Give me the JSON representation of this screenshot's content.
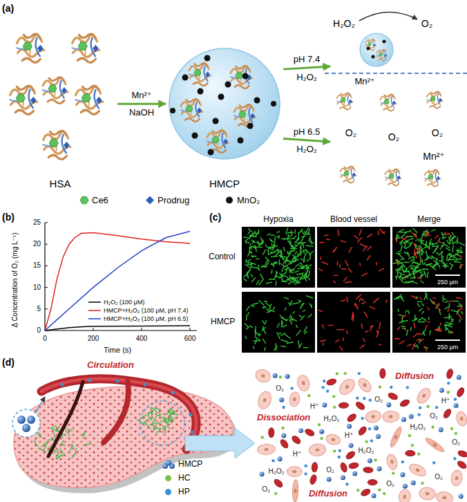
{
  "diagram": {
    "nodes": [
      {
        "text": [
          "HSA"
        ]
      },
      {
        "text": [
          "HMCP"
        ]
      },
      {
        "text": [
          "H₂O₂",
          "O₂"
        ]
      },
      {
        "text": [
          "O₂",
          "O₂",
          "O₂",
          "Mn²⁺"
        ]
      }
    ],
    "edges": [
      {
        "from": 0,
        "to": 1,
        "arrow": "to",
        "label": "Mn²⁺"
      },
      {
        "from": 1,
        "to": 2,
        "arrow": "to",
        "label": "pH 7.4"
      },
      {
        "from": 1,
        "to": 3,
        "arrow": "to",
        "label": "pH 6.5"
      }
    ],
    "labels": [
      "(a)",
      "NaOH",
      "H₂O₂",
      "H₂O₂",
      "Mn²⁺",
      "(b)",
      "Δ Concentration of O₂ (mg L⁻¹)",
      "Time (s)",
      "0",
      "200",
      "400",
      "600",
      "0",
      "5",
      "10",
      "15",
      "20",
      "25",
      "(c)",
      "Hypoxia",
      "Blood vessel",
      "Merge",
      "Control",
      "HMCP",
      "250 μm",
      "250 μm",
      "(d)",
      "Circulation",
      "Dissociation",
      "Diffusion",
      "Diffusion",
      "H₂O₂",
      "H₂O₂",
      "H₂O₂",
      "H₂O₂",
      "H⁺",
      "H⁺",
      "H⁺",
      "H⁺",
      "O₂",
      "O₂",
      "O₂",
      "O₂",
      "O₂",
      "O₂",
      "O₂",
      "O₂"
    ],
    "legend": [
      {
        "text": "Ce6"
      },
      {
        "text": "Prodrug"
      },
      {
        "text": "MnO₂"
      },
      {
        "text": "H₂O₂ (100 μM)"
      },
      {
        "text": "HMCP+H₂O₂ (100 μM, pH 7.4)"
      },
      {
        "text": "HMCP+H₂O₂ (100 μM, pH 6.5)"
      },
      {
        "text": "HMCP"
      },
      {
        "text": "HC",
        "color": "#7ac143"
      },
      {
        "text": "HP",
        "color": "#3d8fd4"
      }
    ]
  }
}
